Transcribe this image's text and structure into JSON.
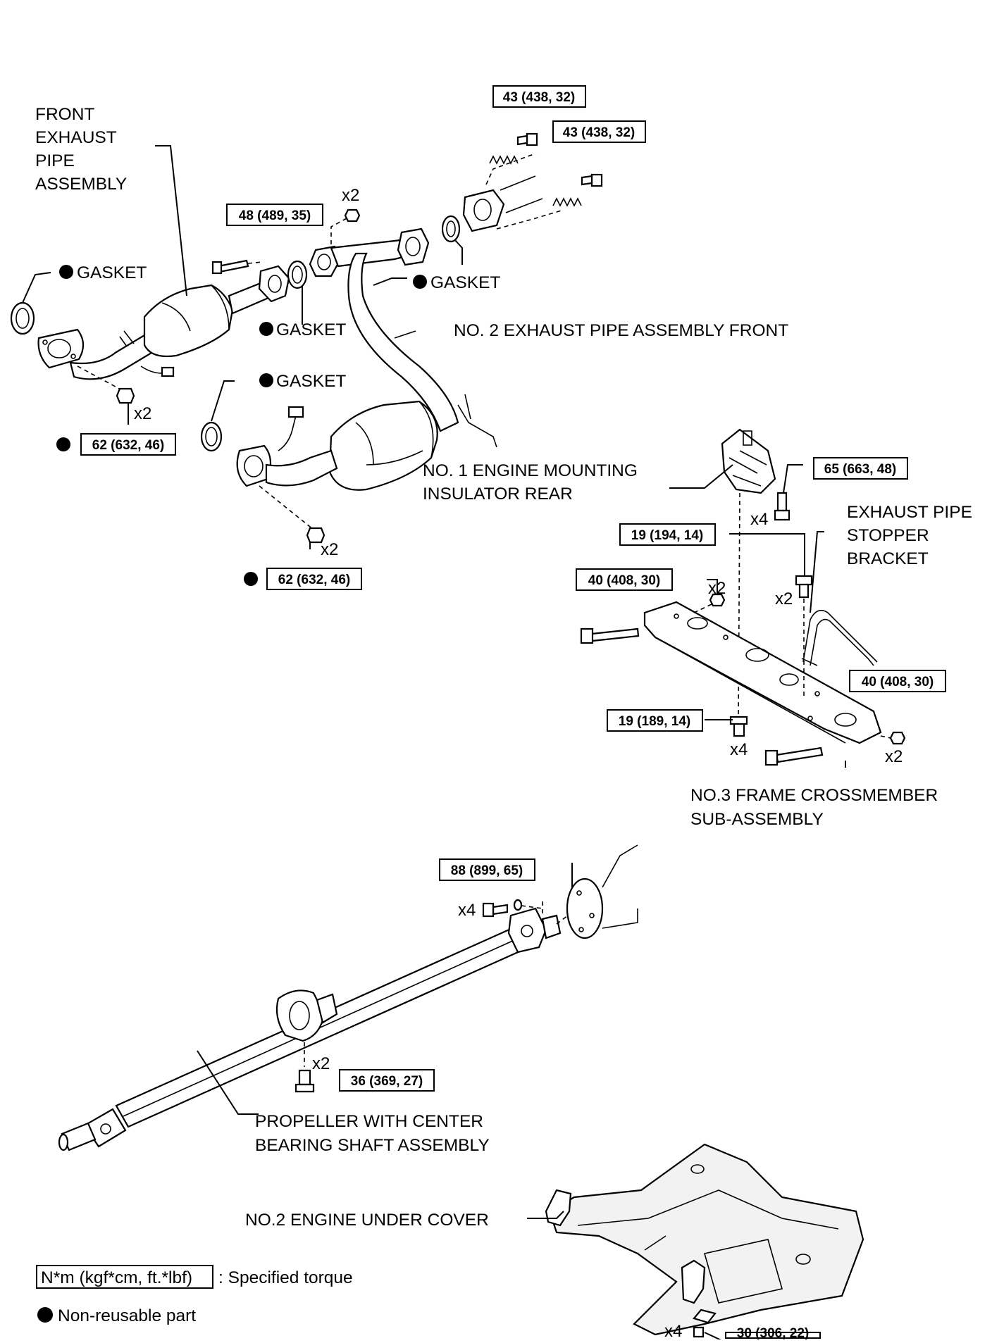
{
  "labels": {
    "front_exhaust": [
      "FRONT",
      "EXHAUST",
      "PIPE",
      "ASSEMBLY"
    ],
    "gasket": "GASKET",
    "no2_exhaust_front": "NO. 2 EXHAUST PIPE ASSEMBLY FRONT",
    "engine_mount": [
      "NO. 1 ENGINE MOUNTING",
      "INSULATOR REAR"
    ],
    "stopper_bracket": [
      "EXHAUST PIPE",
      "STOPPER",
      "BRACKET"
    ],
    "crossmember": [
      "NO.3 FRAME CROSSMEMBER",
      "SUB-ASSEMBLY"
    ],
    "propeller": [
      "PROPELLER WITH CENTER",
      "BEARING SHAFT ASSEMBLY"
    ],
    "under_cover": "NO.2 ENGINE UNDER COVER"
  },
  "torques": {
    "t43a": "43 (438, 32)",
    "t43b": "43 (438, 32)",
    "t48": "48 (489, 35)",
    "t62a": "62 (632, 46)",
    "t62b": "62 (632, 46)",
    "t65": "65 (663, 48)",
    "t19a": "19 (194, 14)",
    "t40a": "40 (408, 30)",
    "t40b": "40 (408, 30)",
    "t19b": "19 (189, 14)",
    "t88": "88 (899, 65)",
    "t36": "36 (369, 27)",
    "t30": "30 (306, 22)"
  },
  "multipliers": {
    "x2": "x2",
    "x4": "x4"
  },
  "legend": {
    "unit_box": "N*m (kgf*cm, ft.*lbf)",
    "unit_desc": ": Specified torque",
    "nonreusable": "Non-reusable part"
  }
}
